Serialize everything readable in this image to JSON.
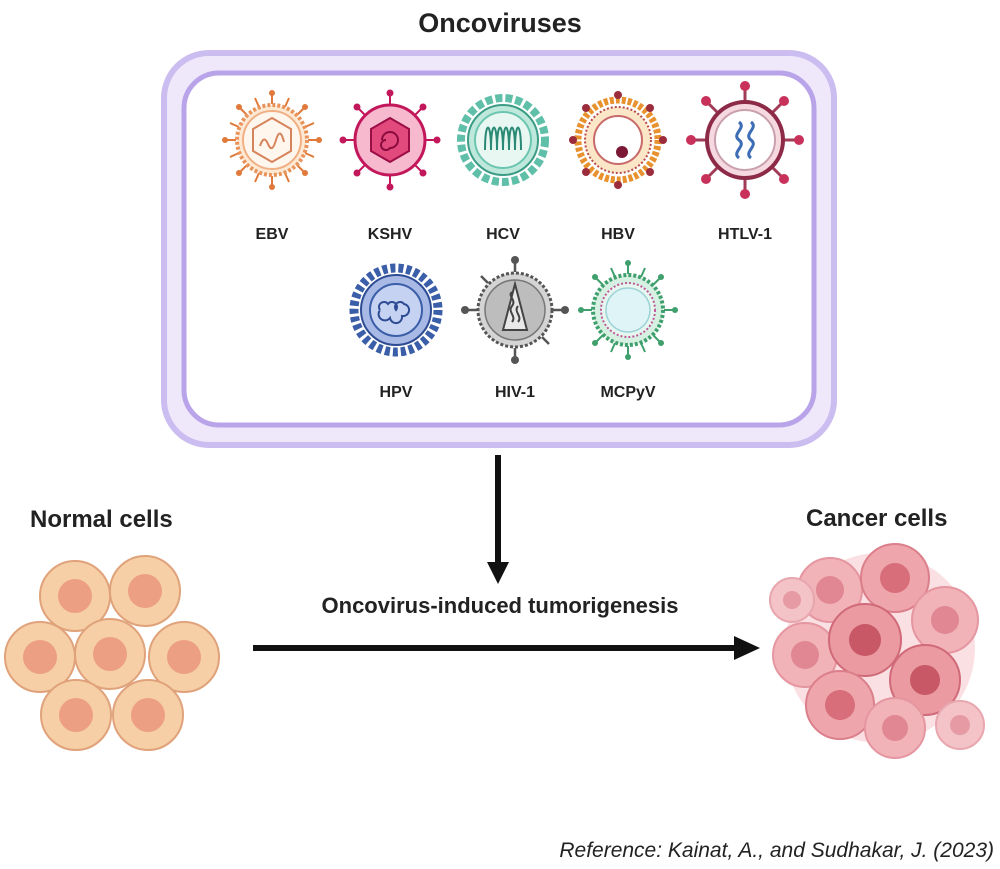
{
  "title": "Oncoviruses",
  "viruses": [
    {
      "label": "EBV"
    },
    {
      "label": "KSHV"
    },
    {
      "label": "HCV"
    },
    {
      "label": "HBV"
    },
    {
      "label": "HTLV-1"
    },
    {
      "label": "HPV"
    },
    {
      "label": "HIV-1"
    },
    {
      "label": "MCPyV"
    }
  ],
  "normal_cells_label": "Normal cells",
  "cancer_cells_label": "Cancer cells",
  "process_label": "Oncovirus-induced tumorigenesis",
  "reference": "Reference: Kainat,  A., and Sudhakar, J. (2023)",
  "colors": {
    "frame": "#c9b8ef",
    "frame_inner": "#b9a4ea",
    "normal_cell": "#f6cfa6",
    "normal_nucleus": "#ec9f82",
    "cancer_cell": "#ea9aa0",
    "cancer_nucleus": "#d86e7a",
    "arrow": "#111111"
  }
}
